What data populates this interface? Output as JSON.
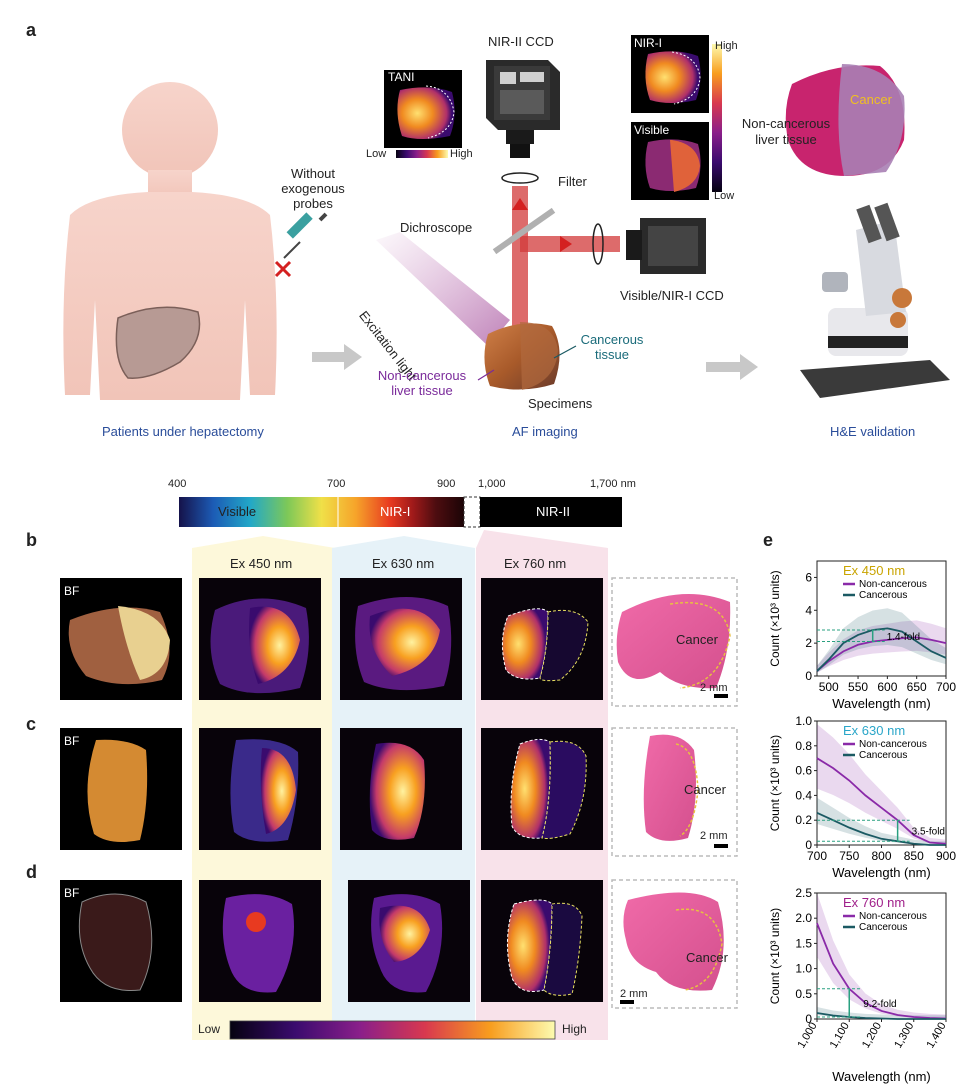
{
  "panel_a": {
    "letter": "a",
    "patient_label": "Patients under hepatectomy",
    "probe_label": "Without exogenous probes",
    "probe_label_line1": "Without",
    "probe_label_line2": "exogenous probes",
    "tani": "TANI",
    "low": "Low",
    "high": "High",
    "nir2_ccd": "NIR-II CCD",
    "filter": "Filter",
    "dichroscope": "Dichroscope",
    "excitation": "Excitation light",
    "vis_ccd": "Visible/NIR-I CCD",
    "cancerous_tissue_1": "Cancerous",
    "cancerous_tissue_2": "tissue",
    "noncancerous_1": "Non-cancerous",
    "noncancerous_2": "liver tissue",
    "specimens": "Specimens",
    "af_imaging": "AF imaging",
    "nir1": "NIR-I",
    "visible": "Visible",
    "scale_high": "High",
    "scale_low": "Low",
    "noncancer_liver_1": "Non-cancerous",
    "noncancer_liver_2": "liver tissue",
    "cancer": "Cancer",
    "he_validation": "H&E validation"
  },
  "spectrum_bar": {
    "t400": "400",
    "t700": "700",
    "t900": "900",
    "t1000": "1,000",
    "t1700": "1,700 nm",
    "visible": "Visible",
    "nir1": "NIR-I",
    "nir2": "NIR-II"
  },
  "rows": {
    "b": "b",
    "c": "c",
    "d": "d",
    "e": "e",
    "bf": "BF",
    "ex450": "Ex 450 nm",
    "ex630": "Ex 630 nm",
    "ex760": "Ex 760 nm",
    "cancer": "Cancer",
    "scale": "2 mm",
    "low": "Low",
    "high": "High"
  },
  "colors": {
    "noncancerous": "#8a2aa8",
    "cancerous": "#1b5a63",
    "ex450_title": "#c9a400",
    "ex630_title": "#2aa6c9",
    "ex760_title": "#a0208a"
  },
  "chart_data": [
    {
      "type": "line",
      "title": "Ex 450 nm",
      "xlabel": "Wavelength (nm)",
      "ylabel": "Count (×10³ units)",
      "xlim": [
        480,
        700
      ],
      "ylim": [
        0,
        7
      ],
      "xticks": [
        "500",
        "550",
        "600",
        "650",
        "700"
      ],
      "yticks": [
        "0",
        "2",
        "4",
        "6"
      ],
      "annotation": "1.4-fold",
      "x": [
        480,
        500,
        525,
        550,
        575,
        600,
        625,
        650,
        675,
        700
      ],
      "series": [
        {
          "name": "Non-cancerous",
          "values": [
            0.3,
            0.9,
            1.5,
            1.9,
            2.1,
            2.2,
            2.3,
            2.35,
            2.2,
            2.0
          ]
        },
        {
          "name": "Cancerous",
          "values": [
            0.3,
            1.0,
            2.0,
            2.5,
            2.8,
            2.9,
            2.7,
            2.1,
            1.5,
            1.1
          ]
        }
      ]
    },
    {
      "type": "line",
      "title": "Ex 630 nm",
      "xlabel": "Wavelength (nm)",
      "ylabel": "Count (×10³ units)",
      "xlim": [
        700,
        900
      ],
      "ylim": [
        0,
        1.0
      ],
      "xticks": [
        "700",
        "750",
        "800",
        "850",
        "900"
      ],
      "yticks": [
        "0",
        "0.2",
        "0.4",
        "0.6",
        "0.8",
        "1.0"
      ],
      "annotation": "3.5-fold",
      "x": [
        700,
        725,
        750,
        775,
        800,
        825,
        850,
        875,
        900
      ],
      "series": [
        {
          "name": "Non-cancerous",
          "values": [
            0.7,
            0.62,
            0.52,
            0.4,
            0.3,
            0.2,
            0.08,
            0.02,
            0.01
          ]
        },
        {
          "name": "Cancerous",
          "values": [
            0.26,
            0.2,
            0.14,
            0.09,
            0.05,
            0.03,
            0.01,
            0.0,
            0.0
          ]
        }
      ]
    },
    {
      "type": "line",
      "title": "Ex 760 nm",
      "xlabel": "Wavelength (nm)",
      "ylabel": "Count (×10³ units)",
      "xlim": [
        1000,
        1400
      ],
      "ylim": [
        0,
        2.5
      ],
      "xticks": [
        "1,000",
        "1,100",
        "1,200",
        "1,300",
        "1,400"
      ],
      "yticks": [
        "0",
        "0.5",
        "1.0",
        "1.5",
        "2.0",
        "2.5"
      ],
      "annotation": "9.2-fold",
      "x": [
        1000,
        1050,
        1100,
        1150,
        1200,
        1250,
        1300,
        1350,
        1400
      ],
      "series": [
        {
          "name": "Non-cancerous",
          "values": [
            1.9,
            1.1,
            0.6,
            0.32,
            0.16,
            0.08,
            0.04,
            0.02,
            0.01
          ]
        },
        {
          "name": "Cancerous",
          "values": [
            0.12,
            0.07,
            0.04,
            0.02,
            0.01,
            0.0,
            0.0,
            0.0,
            0.0
          ]
        }
      ]
    }
  ]
}
